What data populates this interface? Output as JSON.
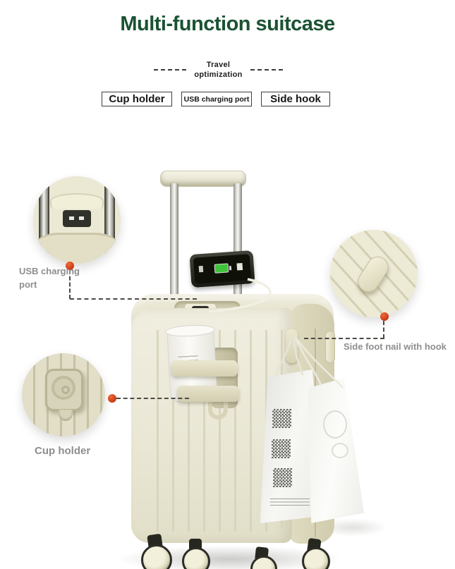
{
  "header": {
    "title": "Multi-function suitcase",
    "subtitle_line1": "Travel",
    "subtitle_line2": "optimization",
    "feature_boxes": [
      {
        "label": "Cup holder"
      },
      {
        "label": "USB charging port"
      },
      {
        "label": "Side hook"
      }
    ]
  },
  "annotations": {
    "usb": {
      "label": "USB charging port"
    },
    "side_foot": {
      "label": "Side foot nail with hook"
    },
    "cup": {
      "label": "Cup holder"
    }
  },
  "colors": {
    "title_green": "#1b5233",
    "annotation_gray": "#8e8e8e",
    "marker_red": "#d24018",
    "suitcase_cream": "#ecead8",
    "suitcase_shade": "#d0cbad",
    "phone_battery_green": "#3fc43c",
    "background": "#ffffff"
  }
}
